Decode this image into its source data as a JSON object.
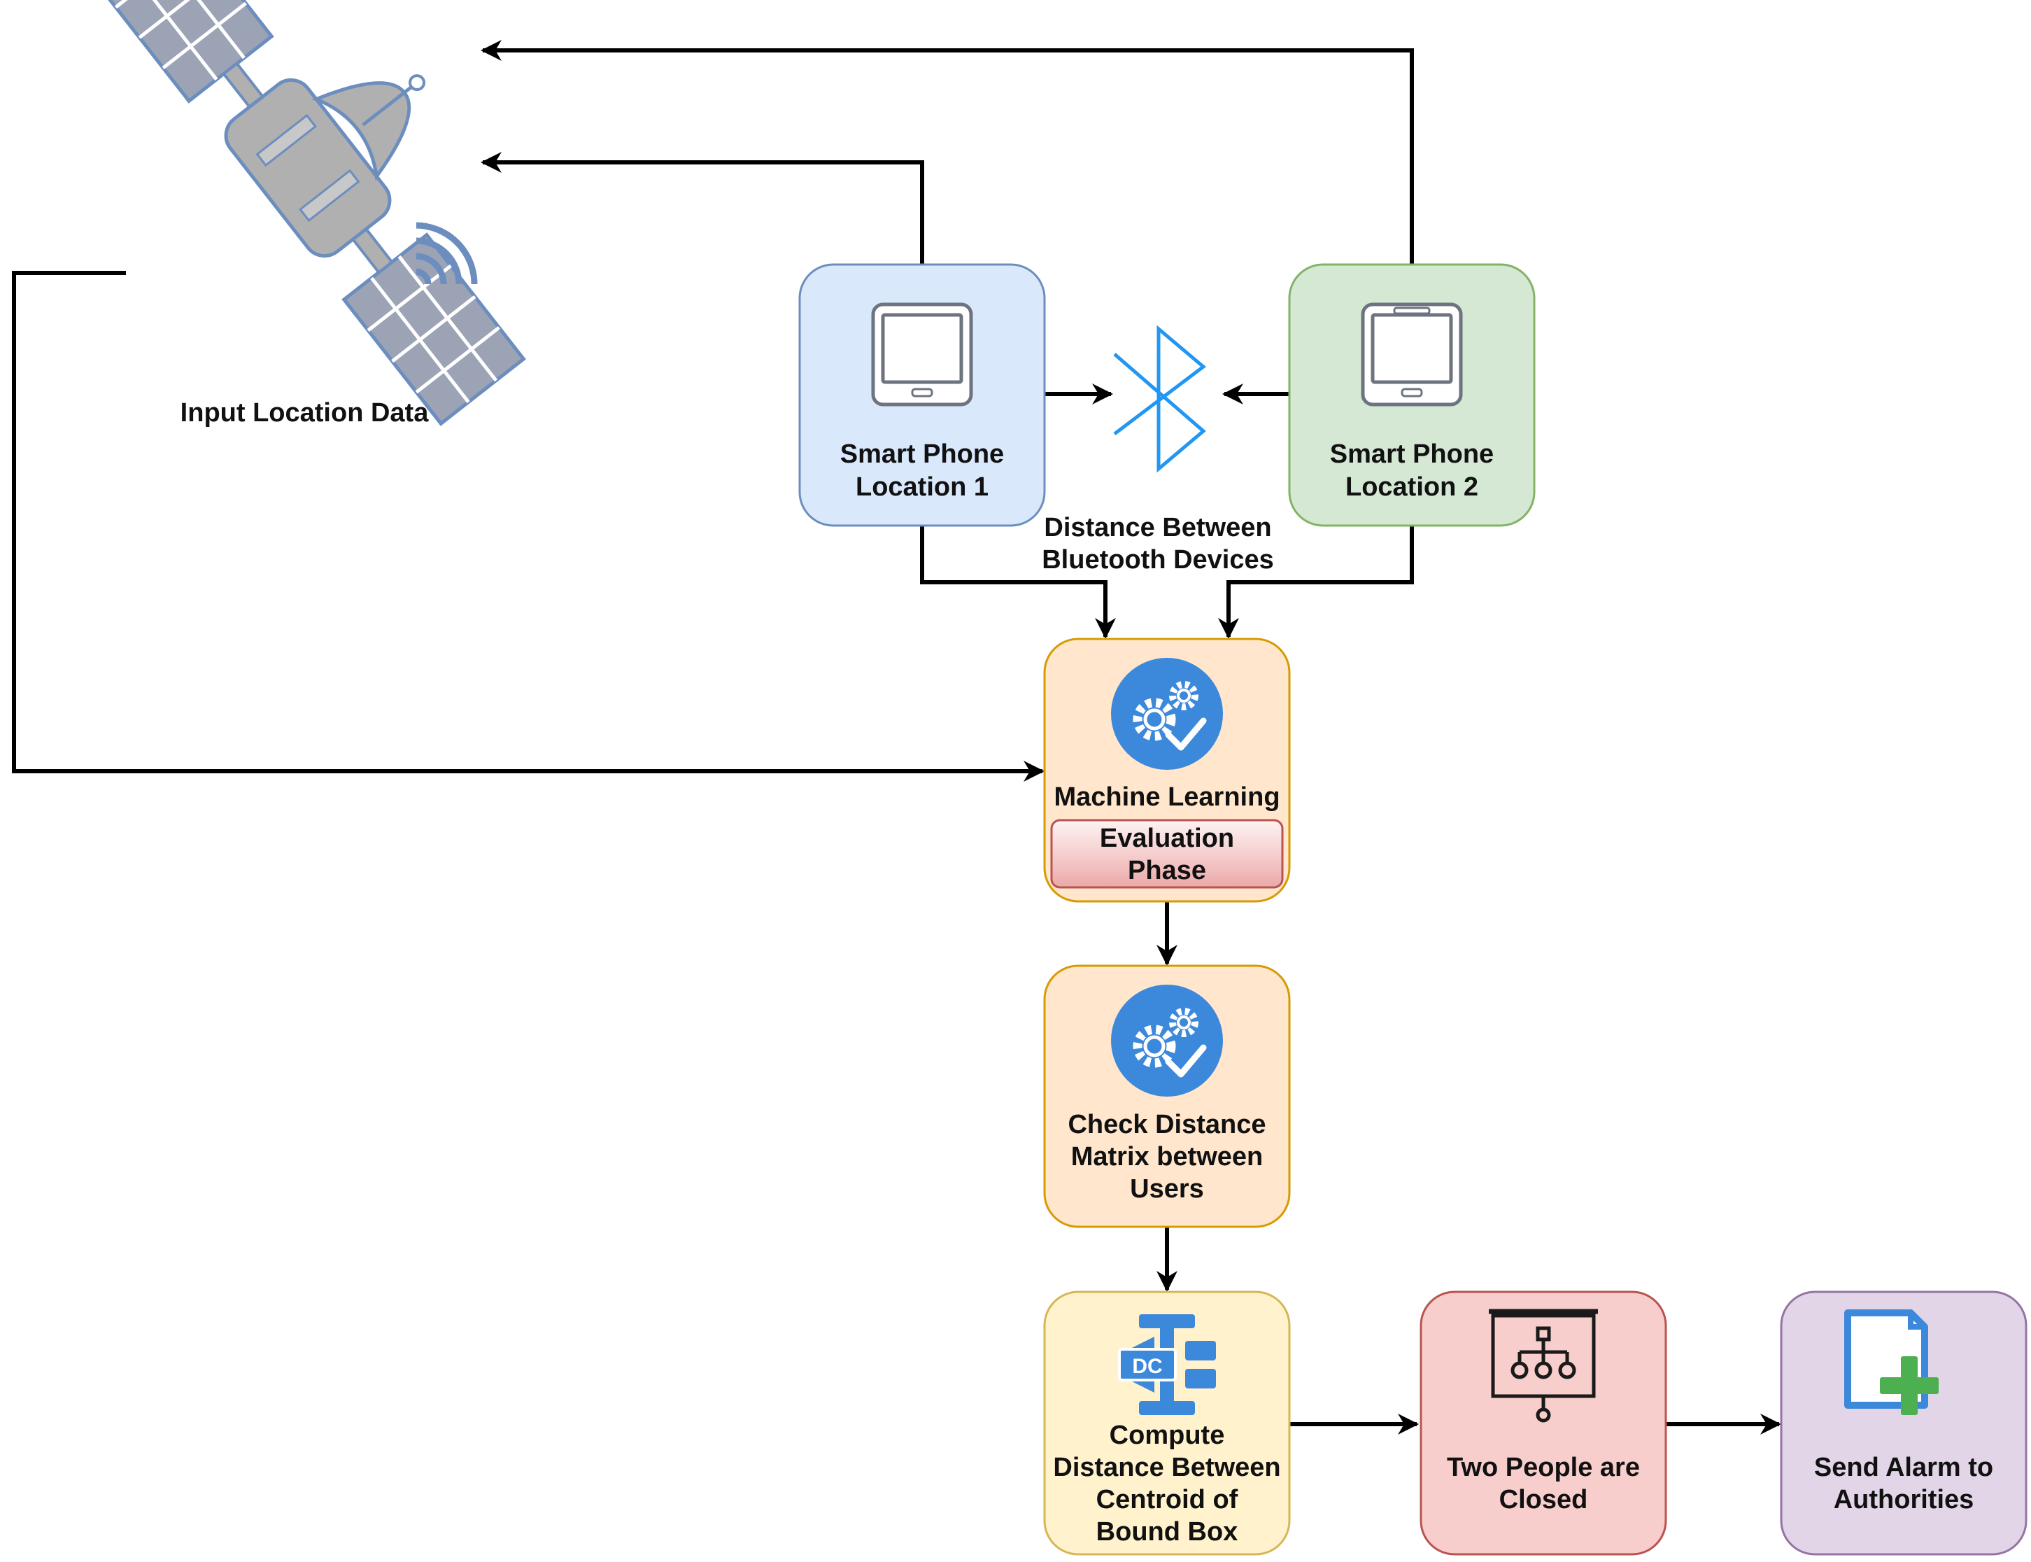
{
  "satellite": {
    "label": "Input Location Data",
    "icon": "satellite-icon"
  },
  "bluetooth": {
    "label_line1": "Distance Between",
    "label_line2": "Bluetooth Devices",
    "icon": "bluetooth-icon",
    "color": "#2196F3"
  },
  "nodes": {
    "phone1": {
      "line1": "Smart Phone",
      "line2": "Location 1",
      "icon": "tablet-icon",
      "fill": "#DAE8FC",
      "stroke": "#6C8EBF"
    },
    "phone2": {
      "line1": "Smart Phone",
      "line2": "Location 2",
      "icon": "tablet-icon",
      "fill": "#D5E8D4",
      "stroke": "#82B366"
    },
    "ml": {
      "line1": "Machine Learning",
      "sub_line1": "Evaluation",
      "sub_line2": "Phase",
      "icon": "gears-check-icon",
      "fill": "#FFE6CC",
      "stroke": "#D79B00"
    },
    "check": {
      "line1": "Check Distance",
      "line2": "Matrix between",
      "line3": "Users",
      "icon": "gears-check-icon",
      "fill": "#FFE6CC",
      "stroke": "#D79B00"
    },
    "compute": {
      "line1": "Compute",
      "line2": "Distance Between",
      "line3": "Centroid of",
      "line4": "Bound Box",
      "icon": "dc-network-icon",
      "icon_text": "DC",
      "fill": "#FFF2CC",
      "stroke": "#D6B656"
    },
    "people": {
      "line1": "Two People are",
      "line2": "Closed",
      "icon": "presentation-icon",
      "fill": "#F8CECC",
      "stroke": "#B85450"
    },
    "alarm": {
      "line1": "Send Alarm to",
      "line2": "Authorities",
      "icon": "document-add-icon",
      "fill": "#E1D5E7",
      "stroke": "#9673A6"
    }
  },
  "colors": {
    "icon_blue": "#3C88DB",
    "satellite_fill": "#B0B0B0",
    "satellite_stroke": "#6C8EBF",
    "panel_fill": "#9BA3B5",
    "plus_green": "#4CAF50"
  }
}
